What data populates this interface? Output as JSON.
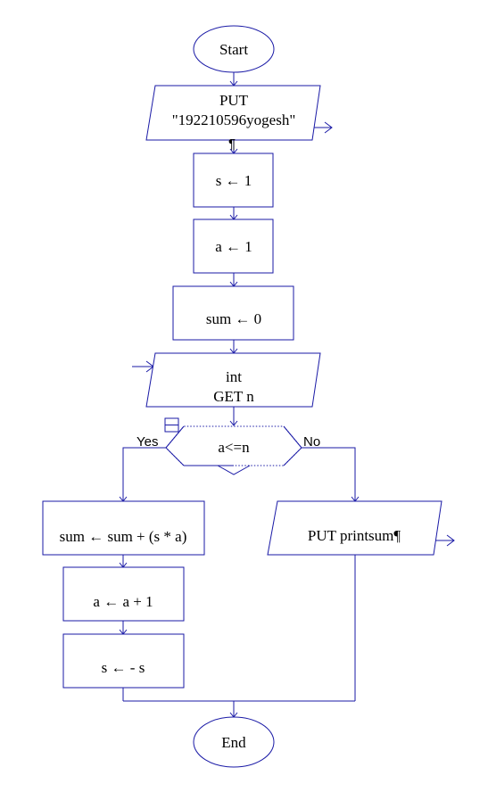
{
  "diagram": {
    "start_label": "Start",
    "put_name_label": "PUT",
    "put_name_value": "\"192210596yogesh\"",
    "assign_s": "s ← 1",
    "assign_a": "a ← 1",
    "assign_sum": "sum ← 0",
    "declare_label": "int",
    "get_label": "GET n",
    "condition_label": "a<=n",
    "yes_label": "Yes",
    "no_label": "No",
    "sum_update": "sum ← sum + (s * a)",
    "a_update": "a ← a + 1",
    "s_update": "s ←  - s",
    "put_sum_label": "PUT printsum¶",
    "end_label": "End",
    "pilcrow": "¶"
  },
  "colors": {
    "stroke": "#1a1aa6",
    "text": "#000000",
    "background": "#ffffff"
  }
}
